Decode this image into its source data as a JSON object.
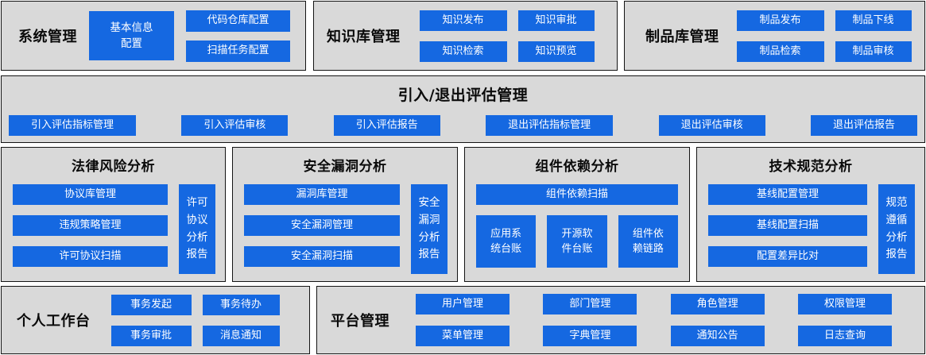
{
  "colors": {
    "accent": "#1568e1",
    "panel_bg": "#d9d9d9",
    "button_text": "#ffffff"
  },
  "system": {
    "title": "系统管理",
    "basic_info": "基本信息\n配置",
    "code_repo": "代码仓库配置",
    "scan_task": "扫描任务配置"
  },
  "knowledge": {
    "title": "知识库管理",
    "buttons": [
      "知识发布",
      "知识审批",
      "知识检索",
      "知识预览"
    ]
  },
  "artifact": {
    "title": "制品库管理",
    "buttons": [
      "制品发布",
      "制品下线",
      "制品检索",
      "制品审核"
    ]
  },
  "assessment": {
    "title": "引入/退出评估管理",
    "buttons": [
      "引入评估指标管理",
      "引入评估审核",
      "引入评估报告",
      "退出评估指标管理",
      "退出评估审核",
      "退出评估报告"
    ]
  },
  "legal": {
    "title": "法律风险分析",
    "buttons": [
      "协议库管理",
      "违规策略管理",
      "许可协议扫描"
    ],
    "report": "许可\n协议\n分析\n报告"
  },
  "vuln": {
    "title": "安全漏洞分析",
    "buttons": [
      "漏洞库管理",
      "安全漏洞管理",
      "安全漏洞扫描"
    ],
    "report": "安全\n漏洞\n分析\n报告"
  },
  "dependency": {
    "title": "组件依赖分析",
    "scan": "组件依赖扫描",
    "buttons": [
      "应用系\n统台账",
      "开源软\n件台账",
      "组件依\n赖链路"
    ]
  },
  "spec": {
    "title": "技术规范分析",
    "buttons": [
      "基线配置管理",
      "基线配置扫描",
      "配置差异比对"
    ],
    "report": "规范\n遵循\n分析\n报告"
  },
  "workbench": {
    "title": "个人工作台",
    "buttons": [
      "事务发起",
      "事务待办",
      "事务审批",
      "消息通知"
    ]
  },
  "platform": {
    "title": "平台管理",
    "buttons": [
      "用户管理",
      "部门管理",
      "角色管理",
      "权限管理",
      "菜单管理",
      "字典管理",
      "通知公告",
      "日志查询"
    ]
  }
}
